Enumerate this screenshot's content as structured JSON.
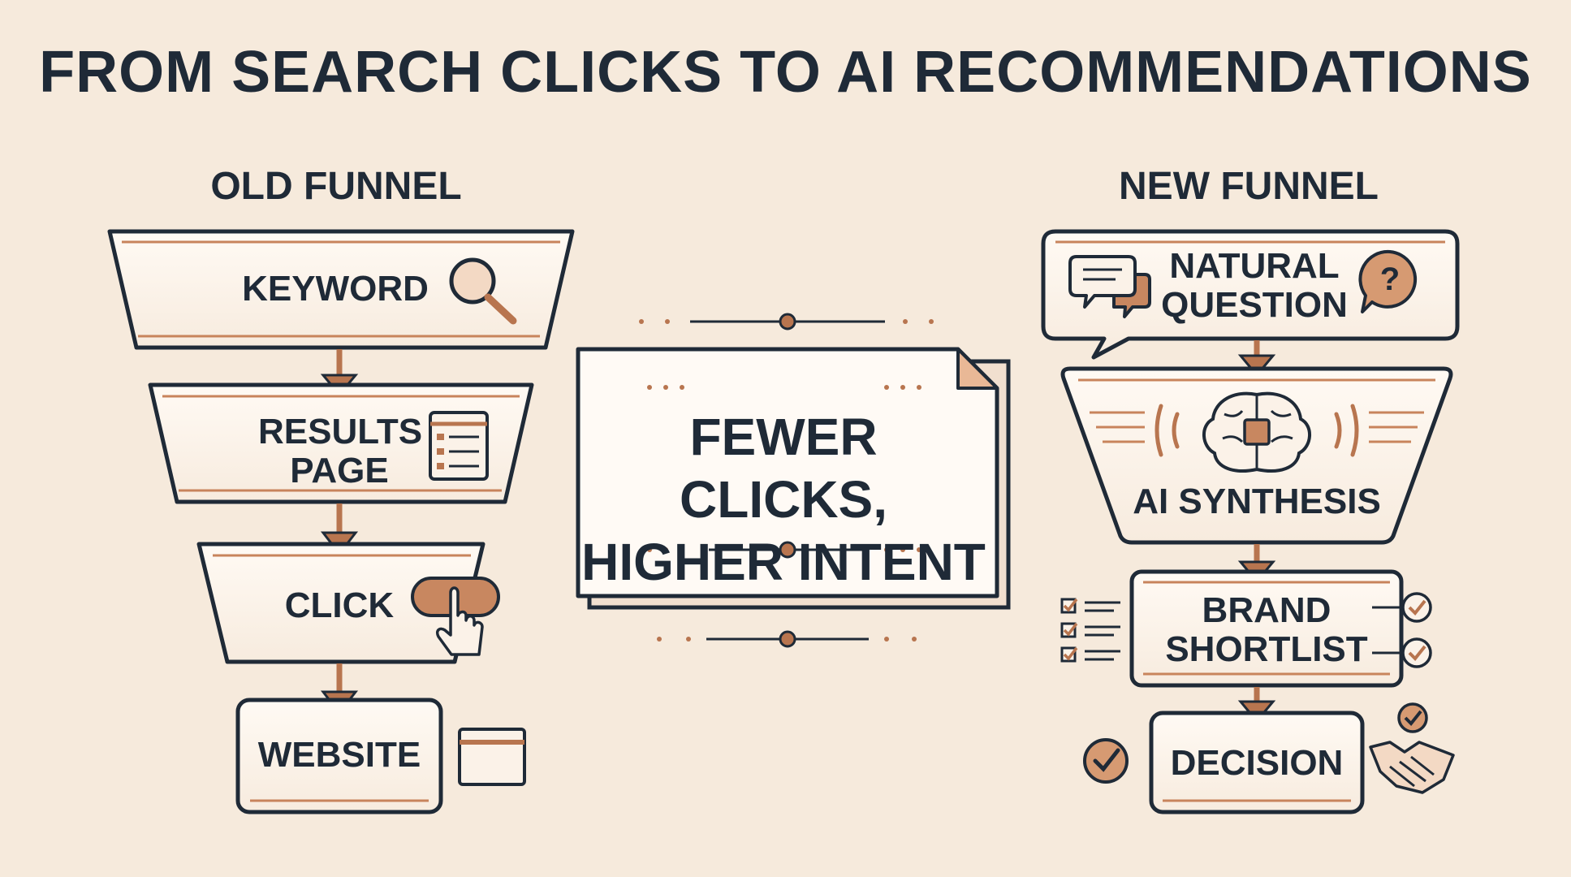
{
  "title": "FROM SEARCH CLICKS TO AI RECOMMENDATIONS",
  "old_funnel": {
    "heading": "OLD FUNNEL",
    "steps": [
      {
        "label": "KEYWORD",
        "icon": "magnifier-icon"
      },
      {
        "label": "RESULTS\nPAGE",
        "icon": "results-list-icon"
      },
      {
        "label": "CLICK",
        "icon": "pointer-hand-icon"
      },
      {
        "label": "WEBSITE",
        "icon": "browser-window-icon"
      }
    ]
  },
  "center": {
    "message": "FEWER CLICKS,\nHIGHER INTENT"
  },
  "new_funnel": {
    "heading": "NEW FUNNEL",
    "steps": [
      {
        "label": "NATURAL\nQUESTION",
        "icon": "chat-bubbles-icon"
      },
      {
        "label": "AI SYNTHESIS",
        "icon": "brain-chip-icon"
      },
      {
        "label": "BRAND\nSHORTLIST",
        "icon": "checklist-icon"
      },
      {
        "label": "DECISION",
        "icon": "handshake-icon"
      }
    ]
  },
  "colors": {
    "background": "#f6eadc",
    "ink": "#1f2a37",
    "copper": "#b8754f"
  }
}
